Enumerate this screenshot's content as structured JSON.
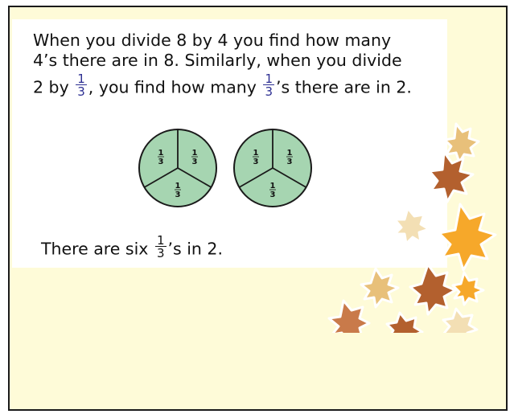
{
  "paragraph": {
    "line1": "When you divide 8 by 4 you find how many",
    "line2": "4’s there are in 8. Similarly, when you divide",
    "line3_a": "2 by",
    "line3_b": ", you find how many",
    "line3_c": "’s there are in 2.",
    "fraction_num": "1",
    "fraction_den": "3"
  },
  "circles": {
    "fill_color": "#a6d5b1",
    "piece_num": "1",
    "piece_den": "3"
  },
  "answer": {
    "before": "There are six",
    "after": "’s in 2.",
    "fraction_num": "1",
    "fraction_den": "3"
  },
  "decoration": {
    "leaves_icon": "autumn-leaves-icon",
    "colors": [
      "#f6a82a",
      "#b3602e",
      "#e8c07a"
    ]
  }
}
